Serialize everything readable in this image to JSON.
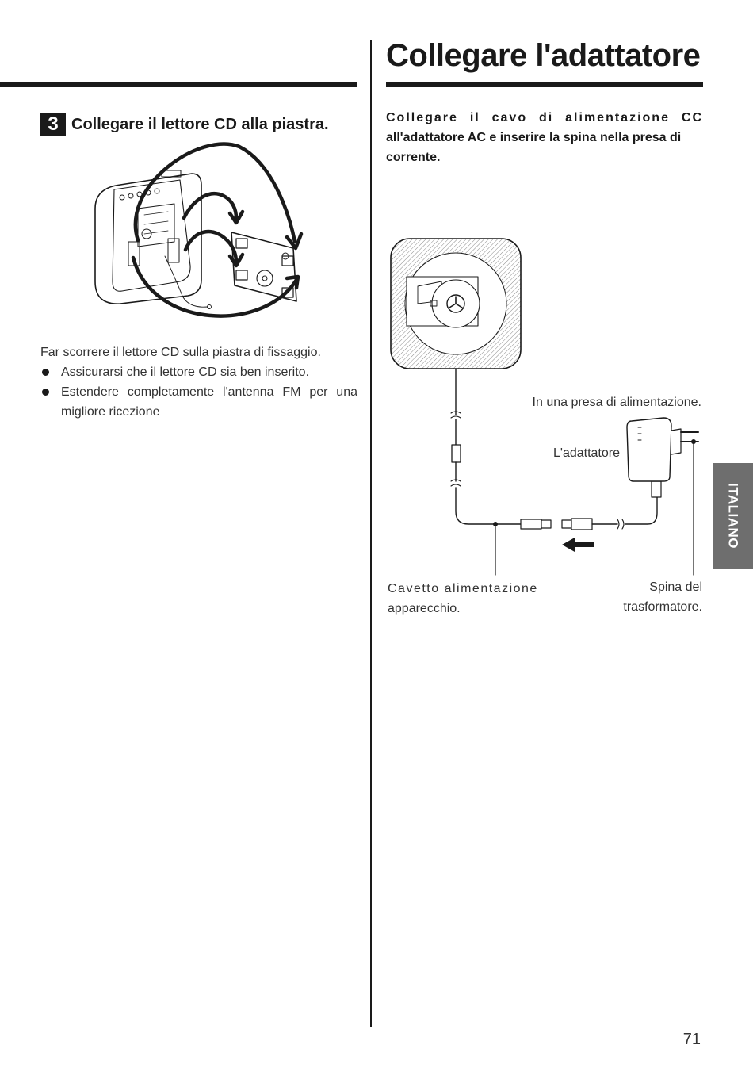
{
  "heading": {
    "title": "Collegare l'adattatore"
  },
  "step": {
    "number": "3",
    "title": "Collegare il lettore CD alla piastra.",
    "description": "Far scorrere il lettore CD sulla piastra di fissaggio.",
    "bullets": [
      "Assicurarsi che il lettore CD sia ben inserito.",
      "Estendere completamente l'antenna FM per una migliore ricezione"
    ]
  },
  "instruction": {
    "line1": "Collegare il cavo di alimentazione CC",
    "rest": "all'adattatore AC e inserire la spina nella presa di corrente."
  },
  "diagram": {
    "label_outlet": "In una presa di alimentazione.",
    "label_adapter": "L'adattatore",
    "label_cable_line1": "Cavetto alimentazione",
    "label_cable_line2": "apparecchio.",
    "label_plug_line1": "Spina del",
    "label_plug_line2": "trasformatore."
  },
  "side_tab": {
    "label": "ITALIANO"
  },
  "page_number": "71"
}
